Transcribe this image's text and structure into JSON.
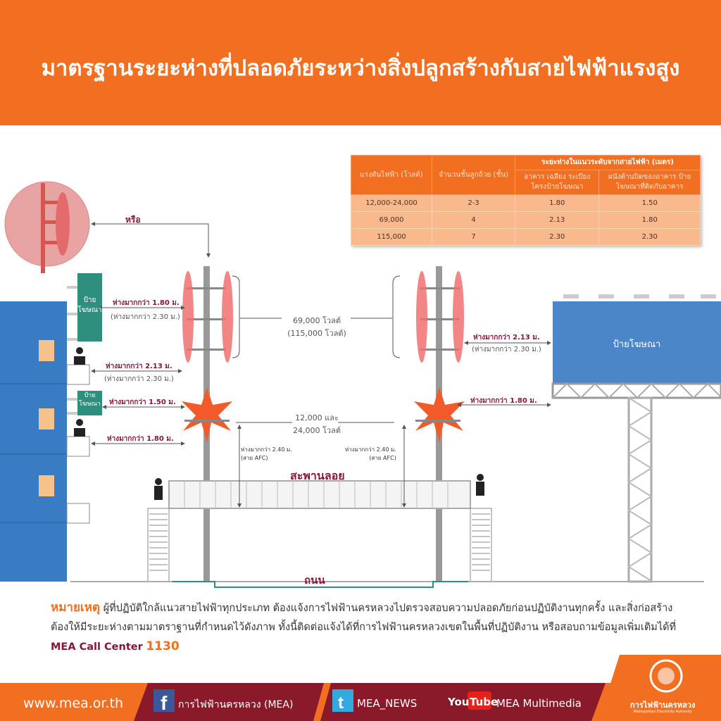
{
  "title": "มาตรฐานระยะห่างที่ปลอดภัยระหว่างสิ่งปลูกสร้างกับสายไฟฟ้าแรงสูง",
  "table": {
    "headers": {
      "voltage": "แรงดันไฟฟ้า (โวลต์)",
      "insulators": "จำนวนชั้นลูกถ้วย (ชั้น)",
      "distance": "ระยะห่างในแนวระดับจากสายไฟฟ้า (เมตร)",
      "col_a": "อาคาร เฉลียง ระเบียง โครงป้ายโฆษณา",
      "col_b": "ผนังด้านปิดของอาคาร ป้ายโฆษณาที่ติดกับอาคาร"
    },
    "rows": [
      {
        "voltage": "12,000-24,000",
        "insulators": "2-3",
        "a": "1.80",
        "b": "1.50"
      },
      {
        "voltage": "69,000",
        "insulators": "4",
        "a": "2.13",
        "b": "1.80"
      },
      {
        "voltage": "115,000",
        "insulators": "7",
        "a": "2.30",
        "b": "2.30"
      }
    ]
  },
  "diagram": {
    "or": "หรือ",
    "sign": "ป้าย โฆษณา",
    "billboard": "ป้ายโฆษณา",
    "bridge": "สะพานลอย",
    "road": "ถนน",
    "hv_label": "69,000 โวลต์",
    "hv_sub": "(115,000 โวลต์)",
    "mv_label": "12,000 และ",
    "mv_sub": "24,000 โวลต์",
    "l1": "ห่างมากกว่า 1.80 ม.",
    "l1s": "(ห่างมากกว่า 2.30 ม.)",
    "l2": "ห่างมากกว่า 2.13 ม.",
    "l2s": "(ห่างมากกว่า 2.30 ม.)",
    "l3": "ห่างมากกว่า 1.50 ม.",
    "l4": "ห่างมากกว่า 1.80 ม.",
    "r1": "ห่างมากกว่า 2.13 ม.",
    "r1s": "(ห่างมากกว่า 2.30 ม.)",
    "r2": "ห่างมากกว่า 1.80 ม.",
    "afc": "ห่างมากกว่า 2.40 ม.",
    "afc_sub": "(สาย AFC)"
  },
  "note": {
    "label": "หมายเหตุ",
    "text": " ผู้ที่ปฏิบัติใกล้แนวสายไฟฟ้าทุกประเภท ต้องแจ้งการไฟฟ้านครหลวงไปตรวจสอบความปลอดภัยก่อนปฏิบัติงานทุกครั้ง และสิ่งก่อสร้างต้องให้มีระยะห่างตามมาตราฐานที่กำหนดไว้ดังภาพ  ทั้งนี้ติดต่อแจ้งได้ที่การไฟฟ้านครหลวงเขตในพื้นที่ปฏิบัติงาน หรือสอบถามข้อมูลเพิ่มเติมได้ที่ ",
    "call": "MEA Call Center",
    "num": "1130"
  },
  "footer": {
    "web": "www.mea.or.th",
    "facebook": "การไฟฟ้านครหลวง (MEA)",
    "twitter": "MEA_NEWS",
    "youtube_you": "You",
    "youtube_tube": "Tube",
    "youtube": "MEA Multimedia",
    "logo_text": "การไฟฟ้านครหลวง",
    "logo_sub": "Metropolitan Electricity Authority"
  }
}
